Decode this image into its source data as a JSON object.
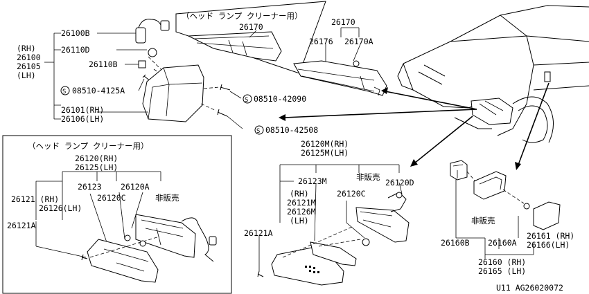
{
  "headlamp_cleaner_note": "（ヘッド ランプ クリーナー用）",
  "inset_note": "（ヘッド ランプ クリーナー用）",
  "not_for_sale": "非販売",
  "footer_code": "U11  AG26020072",
  "parts": {
    "p26100B": "26100B",
    "p26110D": "26110D",
    "p26110B": "26110B",
    "rh": "(RH)",
    "p26100": "26100",
    "p26105": "26105",
    "lh": "(LH)",
    "p26101": "26101(RH)",
    "p26106": "26106(LH)",
    "s4125a": "08510-4125A",
    "s42090": "08510-42090",
    "s42508": "08510-42508",
    "p26170a": "26170",
    "p26170b": "26170",
    "p26176": "26176",
    "p26170A": "26170A",
    "p26120": "26120(RH)",
    "p26125": "26125(LH)",
    "p26123": "26123",
    "p26120A": "26120A",
    "p26121": "26121 (RH)",
    "p26126": "26126(LH)",
    "p26120C": "26120C",
    "p26121A_left": "26121A",
    "p26120M": "26120M(RH)",
    "p26125M": "26125M(LH)",
    "p26123M": "26123M",
    "p26120D": "26120D",
    "mrh": "(RH)",
    "p26121M": "26121M",
    "p26126M": "26126M",
    "mlh": "(LH)",
    "p26120C_mid": "26120C",
    "p26121A_mid": "26121A",
    "p26160B": "26160B",
    "p26160A": "26160A",
    "p26161": "26161 (RH)",
    "p26166": "26166(LH)",
    "p26160": "26160 (RH)",
    "p26165": "26165 (LH)"
  }
}
